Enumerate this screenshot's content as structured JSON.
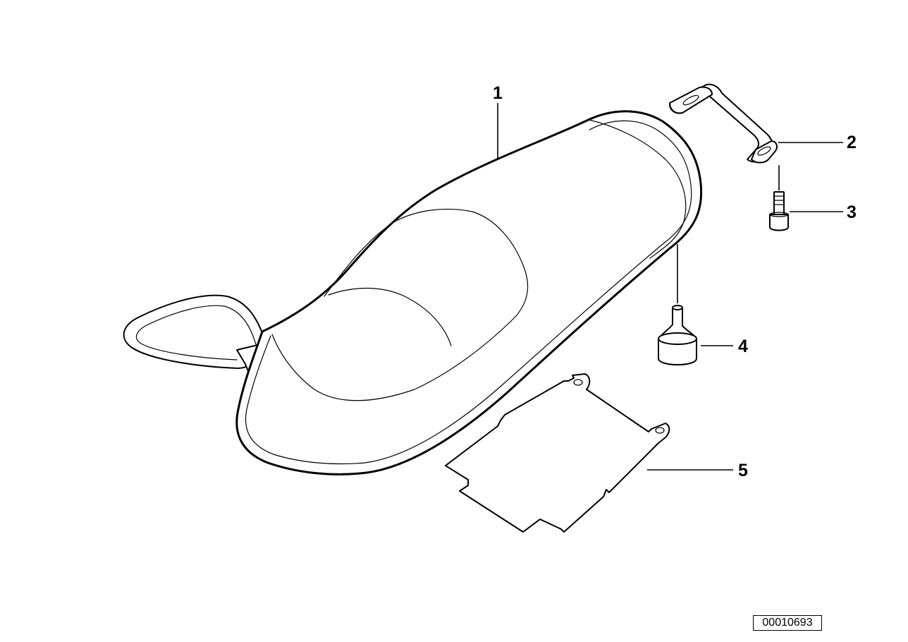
{
  "diagram": {
    "parts": [
      {
        "number": "1",
        "name": "seat"
      },
      {
        "number": "2",
        "name": "bracket"
      },
      {
        "number": "3",
        "name": "bolt"
      },
      {
        "number": "4",
        "name": "rubber-buffer"
      },
      {
        "number": "5",
        "name": "plate"
      }
    ],
    "reference_code": "00010693"
  }
}
